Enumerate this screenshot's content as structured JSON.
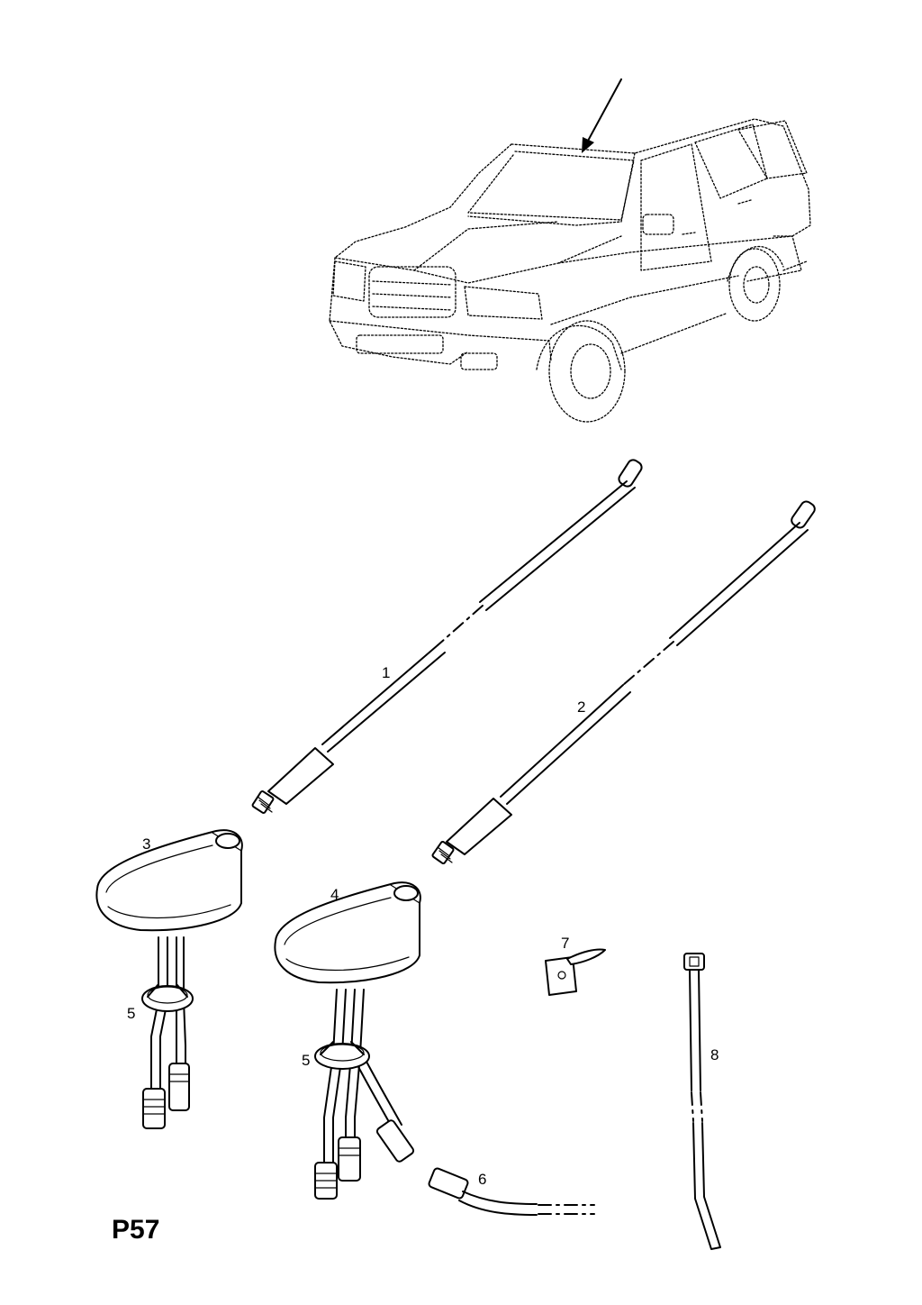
{
  "diagram": {
    "page_code": "P57",
    "callouts": [
      {
        "id": "1",
        "label": "1"
      },
      {
        "id": "2",
        "label": "2"
      },
      {
        "id": "3",
        "label": "3"
      },
      {
        "id": "4",
        "label": "4"
      },
      {
        "id": "5a",
        "label": "5"
      },
      {
        "id": "5b",
        "label": "5"
      },
      {
        "id": "6",
        "label": "6"
      },
      {
        "id": "7",
        "label": "7"
      },
      {
        "id": "8",
        "label": "8"
      }
    ]
  }
}
